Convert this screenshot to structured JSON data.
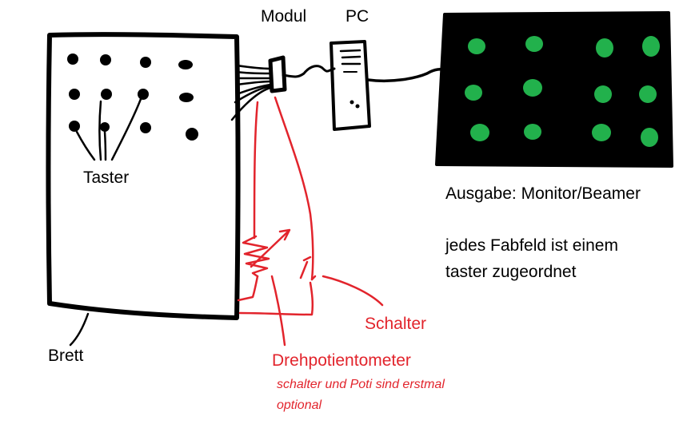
{
  "labels": {
    "modul": "Modul",
    "pc": "PC",
    "taster": "Taster",
    "brett": "Brett",
    "output": "Ausgabe: Monitor/Beamer",
    "field_note_line1": "jedes Fabfeld ist einem",
    "field_note_line2": "taster zugeordnet",
    "schalter": "Schalter",
    "drehpoti": "Drehpotientometer",
    "optional_line1": "schalter und Poti sind erstmal",
    "optional_line2": "optional"
  },
  "colors": {
    "ink": "#000000",
    "wiring": "#e2242c",
    "monitor_bg": "#000000",
    "color_field": "#22b14c"
  },
  "button_grid": {
    "rows": 3,
    "cols": 4
  },
  "color_field_grid": {
    "rows": 3,
    "cols": 4
  }
}
